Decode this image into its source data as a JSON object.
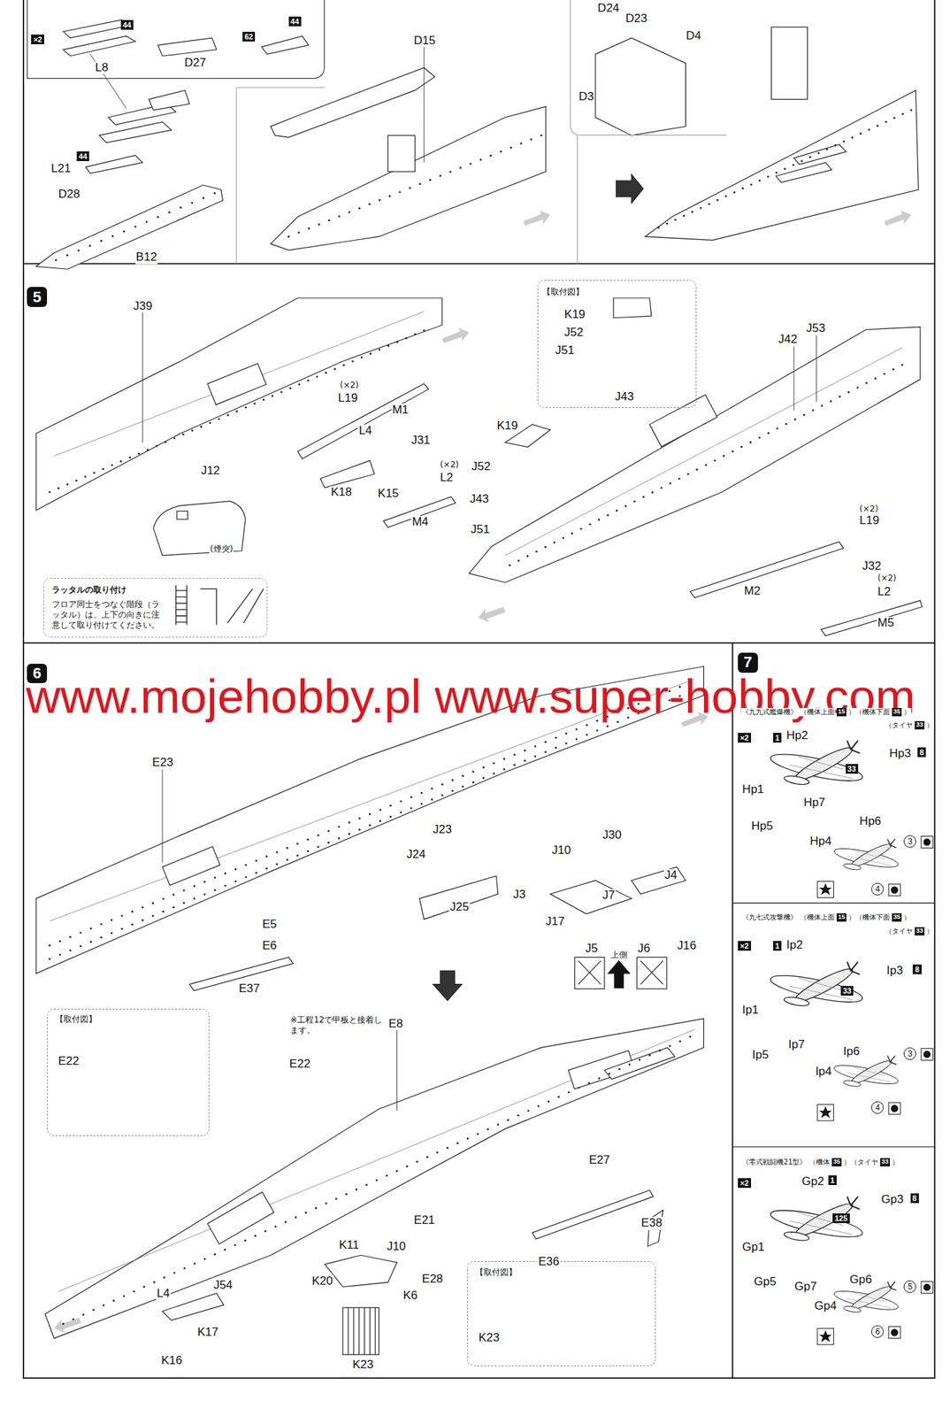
{
  "diagram": {
    "nodes": [
      {
        "text": [
          "×2",
          "44",
          "L8",
          "D27",
          "62",
          "44"
        ]
      },
      {
        "text": [
          "D24",
          "D23",
          "D4",
          "D3"
        ]
      },
      {
        "text": [
          "5"
        ]
      },
      {
        "text": [
          "【取付図】",
          "K19",
          "J52",
          "J51",
          "J43"
        ]
      },
      {
        "text": [
          "ラッタルの取り付け",
          "フロア同士をつなぐ階段（ラッタル）は、上下の向きに注意して取り付けてください。"
        ]
      },
      {
        "text": [
          "6"
        ]
      },
      {
        "text": [
          "【取付図】",
          "E22"
        ]
      },
      {
        "text": [
          "【取付図】",
          "K23"
        ]
      },
      {
        "text": [
          "7"
        ]
      }
    ],
    "labels": [
      "44",
      "L21",
      "D28",
      "B12",
      "D15",
      "J39",
      "(×2)",
      "L19",
      "M1",
      "L4",
      "J31",
      "(×2)",
      "L2",
      "K18",
      "K15",
      "M4",
      "J12",
      "(煙突)",
      "K19",
      "J52",
      "J43",
      "J51",
      "J42",
      "J53",
      "(×2)",
      "L19",
      "J32",
      "(×2)",
      "L2",
      "M2",
      "M5",
      "E23",
      "J23",
      "J24",
      "J25",
      "J3",
      "J10",
      "J30",
      "J7",
      "J4",
      "J17",
      "J5",
      "J6",
      "J16",
      "上側",
      "E5",
      "E6",
      "E37",
      "※工程12で甲板と接着します。",
      "E8",
      "E22",
      "E27",
      "E21",
      "K11",
      "J10",
      "E28",
      "E36",
      "E38",
      "K20",
      "K6",
      "L4",
      "J54",
      "K17",
      "K16",
      "K23",
      "www.mojehobby.pl www.super-hobby.com",
      "《九九式艦爆機》",
      "（機体上面",
      "15",
      "）（機体下面",
      "35",
      "）",
      "（タイヤ",
      "33",
      "）",
      "×2",
      "1",
      "Hp2",
      "Hp3",
      "8",
      "33",
      "Hp1",
      "Hp5",
      "Hp7",
      "Hp6",
      "Hp4",
      "3",
      "4",
      "《九七式攻撃機》",
      "（機体上面",
      "15",
      "）（機体下面",
      "35",
      "）",
      "（タイヤ",
      "33",
      "）",
      "×2",
      "1",
      "Ip2",
      "Ip3",
      "8",
      "33",
      "Ip1",
      "Ip5",
      "Ip7",
      "Ip6",
      "Ip4",
      "3",
      "4",
      "《零式戦闘機21型》",
      "（機体",
      "35",
      "）（タイヤ",
      "33",
      "）",
      "×2",
      "Gp2",
      "1",
      "Gp3",
      "8",
      "125",
      "Gp1",
      "Gp5",
      "Gp7",
      "Gp6",
      "Gp4",
      "5",
      "6"
    ]
  }
}
